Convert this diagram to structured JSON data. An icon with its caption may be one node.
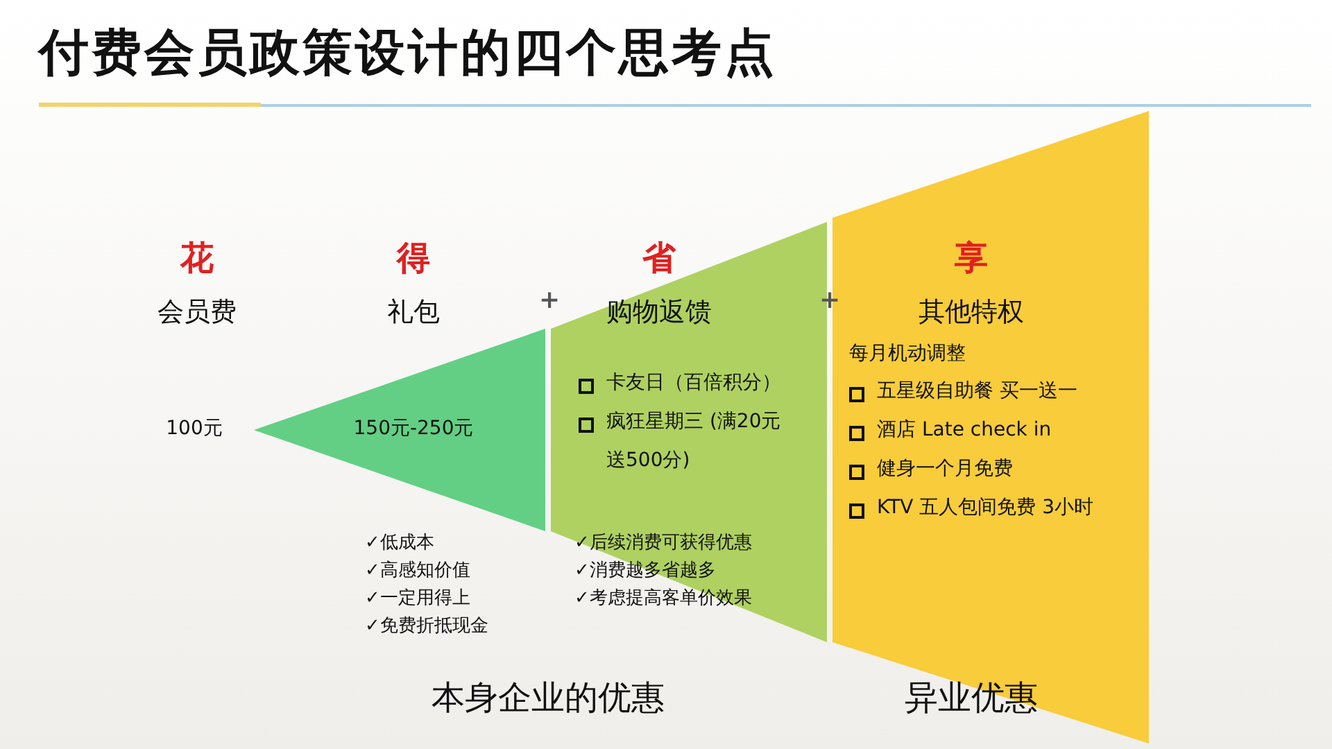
{
  "diagram": {
    "title": "付费会员政策设计的四个思考点",
    "nodes": [
      {
        "text": [
          "得",
          "礼包",
          "150元-250元"
        ]
      },
      {
        "text": [
          "省",
          "购物返馈",
          "卡友日（百倍积分）",
          "疯狂星期三 (满20元送500分)"
        ]
      },
      {
        "text": [
          "享",
          "其他特权",
          "每月机动调整",
          "五星级自助餐 买一送一",
          "酒店 Late check in",
          "健身一个月免费",
          "KTV 五人包间免费 3小时"
        ]
      }
    ],
    "labels": [
      "花",
      "会员费",
      "100元",
      "+",
      "+",
      "✓低成本",
      "✓高感知价值",
      "✓一定用得上",
      "✓免费折抵现金",
      "✓后续消费可获得优惠",
      "✓消费越多省越多",
      "✓考虑提高客单价效果",
      "本身企业的优惠",
      "异业优惠"
    ]
  }
}
